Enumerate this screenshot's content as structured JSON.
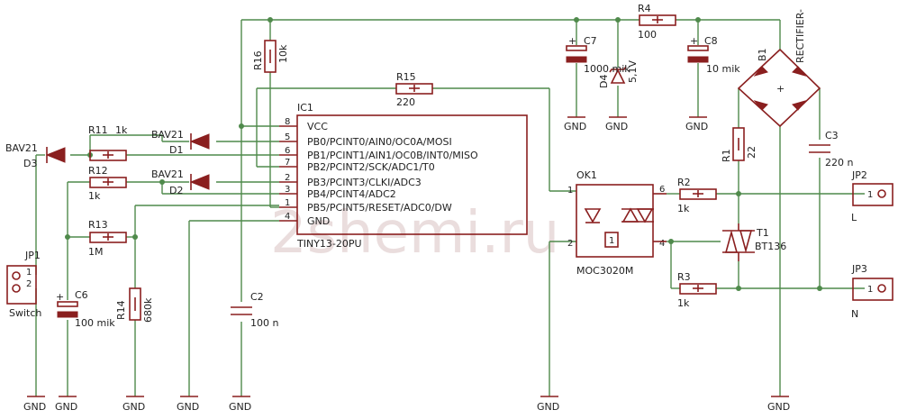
{
  "watermark": "2shemi.ru",
  "ic1": {
    "ref": "IC1",
    "part": "TINY13-20PU",
    "pins": [
      {
        "num": "8",
        "name": "VCC"
      },
      {
        "num": "5",
        "name": "PB0/PCINT0/AIN0/OC0A/MOSI"
      },
      {
        "num": "6",
        "name": "PB1/PCINT1/AIN1/OC0B/INT0/MISO"
      },
      {
        "num": "7",
        "name": "PB2/PCINT2/SCK/ADC1/T0"
      },
      {
        "num": "2",
        "name": "PB3/PCINT3/CLKI/ADC3"
      },
      {
        "num": "3",
        "name": "PB4/PCINT4/ADC2"
      },
      {
        "num": "1",
        "name": "PB5/PCINT5/RESET/ADC0/DW"
      },
      {
        "num": "4",
        "name": "GND"
      }
    ]
  },
  "ok1": {
    "ref": "OK1",
    "part": "MOC3020M",
    "pins": [
      "1",
      "2",
      "6",
      "4"
    ],
    "inner_label": "1"
  },
  "resistors": {
    "r1": {
      "ref": "R1",
      "value": "22"
    },
    "r2": {
      "ref": "R2",
      "value": "1k"
    },
    "r3": {
      "ref": "R3",
      "value": "1k"
    },
    "r4": {
      "ref": "R4",
      "value": "100"
    },
    "r11": {
      "ref": "R11",
      "value": "1k"
    },
    "r12": {
      "ref": "R12",
      "value": "1k"
    },
    "r13": {
      "ref": "R13",
      "value": "1M"
    },
    "r14": {
      "ref": "R14",
      "value": "680k"
    },
    "r15": {
      "ref": "R15",
      "value": "220"
    },
    "r16": {
      "ref": "R16",
      "value": "10k"
    }
  },
  "capacitors": {
    "c2": {
      "ref": "C2",
      "value": "100 n"
    },
    "c3": {
      "ref": "C3",
      "value": "220 n"
    },
    "c6": {
      "ref": "C6",
      "value": "100 mik"
    },
    "c7": {
      "ref": "C7",
      "value": "1000 mik"
    },
    "c8": {
      "ref": "C8",
      "value": "10 mik"
    }
  },
  "diodes": {
    "d1": {
      "ref": "D1",
      "part": "BAV21"
    },
    "d2": {
      "ref": "D2",
      "part": "BAV21"
    },
    "d3": {
      "ref": "D3",
      "part": "BAV21"
    },
    "d4": {
      "ref": "D4",
      "value": "5,1V"
    }
  },
  "bridge": {
    "ref": "B1",
    "part": "RECTIFIER-"
  },
  "triac": {
    "ref": "T1",
    "part": "BT136"
  },
  "connectors": {
    "jp1": {
      "ref": "JP1",
      "label": "Switch",
      "pins": [
        "1",
        "2"
      ]
    },
    "jp2": {
      "ref": "JP2",
      "label": "L",
      "pin": "1"
    },
    "jp3": {
      "ref": "JP3",
      "label": "N",
      "pin": "1"
    }
  },
  "gnd_label": "GND",
  "colors": {
    "wire": "#4f8a4b",
    "part": "#8a1f1f",
    "watermark": "#d9c3c3"
  }
}
